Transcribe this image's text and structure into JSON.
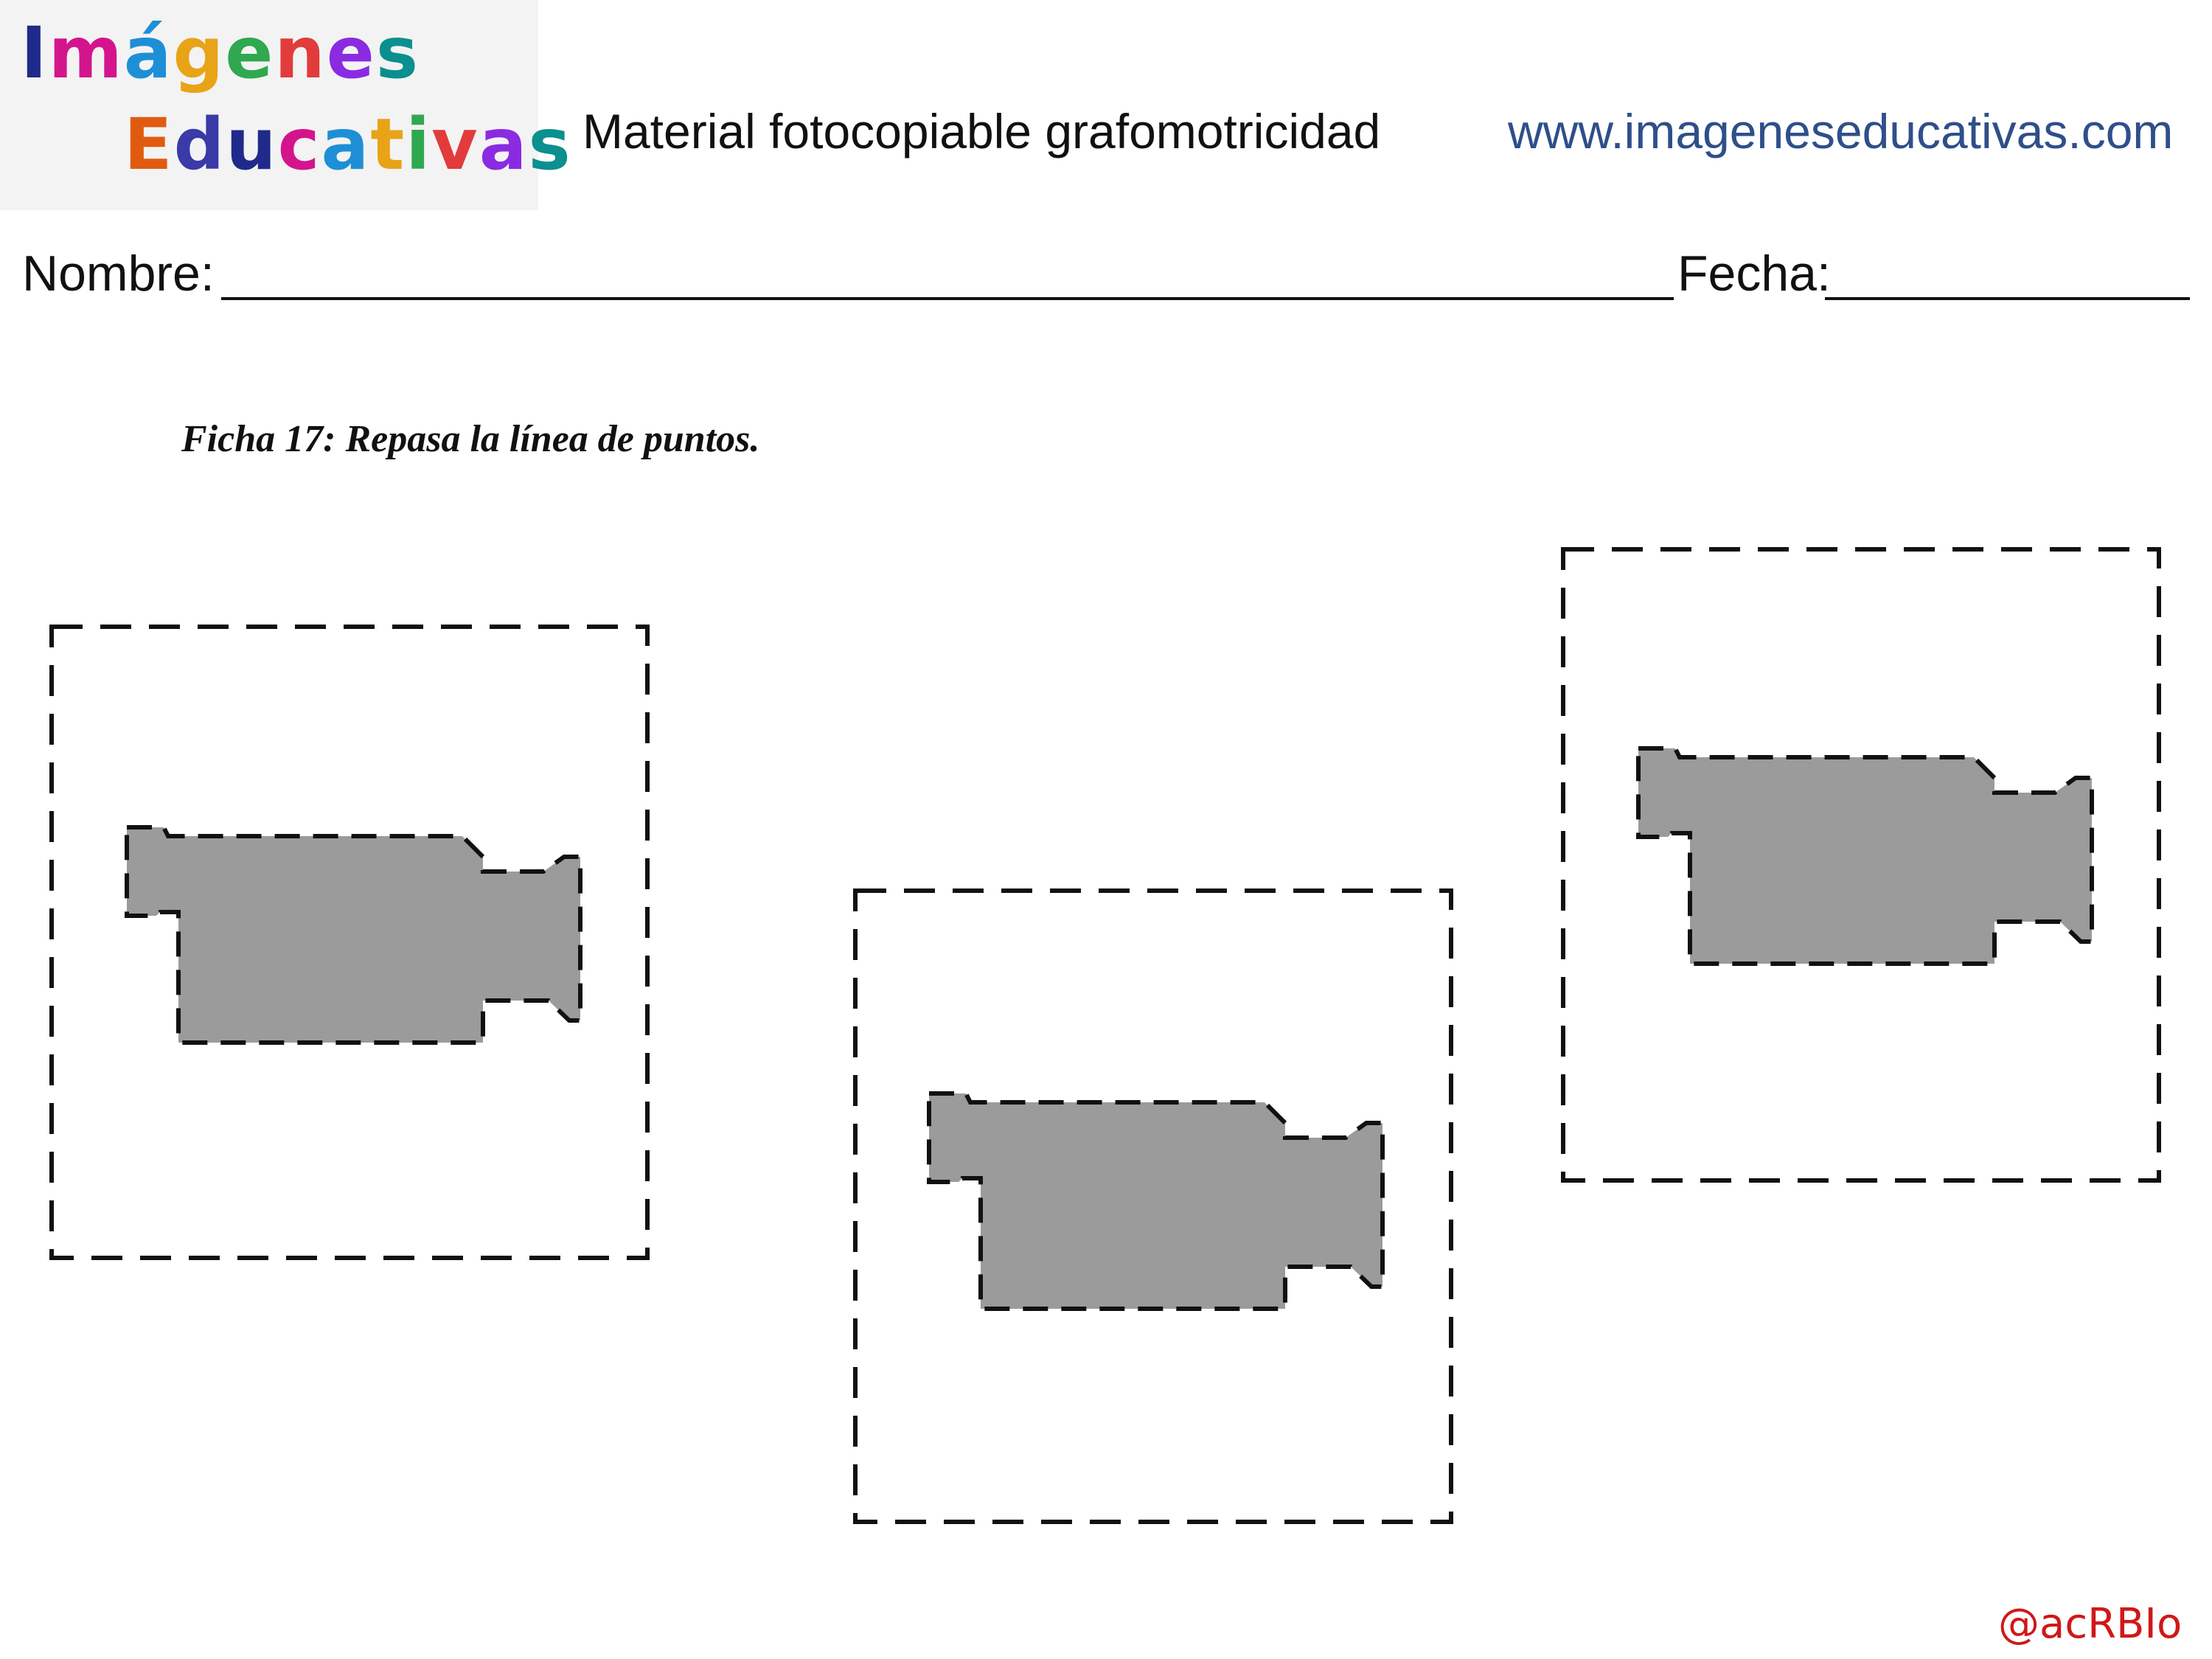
{
  "logo": {
    "line1": "Imágenes",
    "line2": "Educativas",
    "colors": [
      "#1f2a8a",
      "#d4148c",
      "#1e8fd6",
      "#e8a317",
      "#2fa84f",
      "#e23b3b",
      "#8a2be2",
      "#0b8f8f",
      "#e05b10",
      "#3a3aa8"
    ]
  },
  "header": {
    "title": "Material fotocopiable grafomotricidad",
    "url": "www.imageneseducativas.com"
  },
  "fields": {
    "name_label": "Nombre:",
    "date_label": "Fecha:"
  },
  "instruction": "Ficha 17: Repasa la línea de puntos.",
  "shapes": [
    {
      "name": "video-camera-left",
      "icon": "video-camera-icon"
    },
    {
      "name": "video-camera-center",
      "icon": "video-camera-icon"
    },
    {
      "name": "video-camera-right",
      "icon": "video-camera-icon"
    }
  ],
  "colors": {
    "camera_fill": "#9b9b9b",
    "dash": "#111111",
    "url": "#2e4f8a",
    "credit": "#d01818"
  },
  "credit": "@acRBIo"
}
